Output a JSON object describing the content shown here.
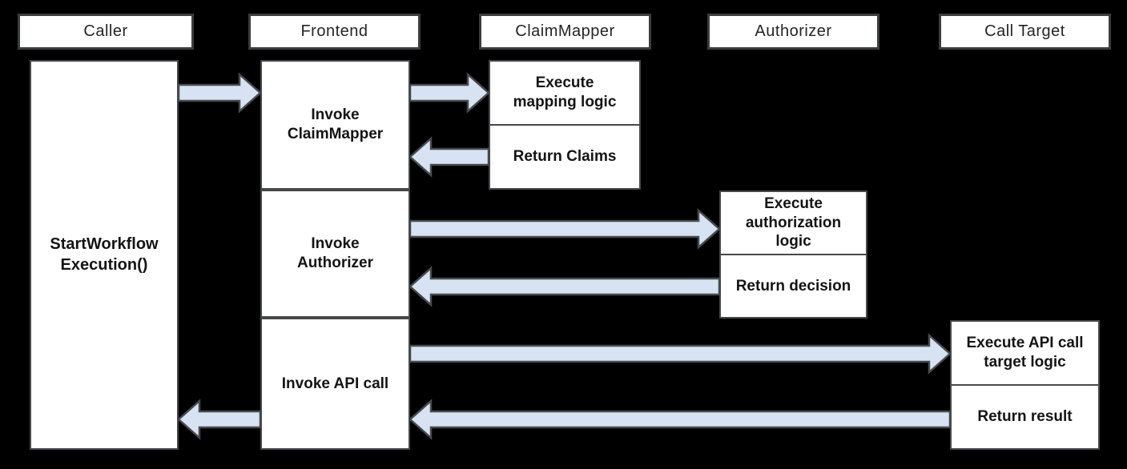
{
  "colors": {
    "background": "#000000",
    "box_fill": "#ffffff",
    "box_border": "#46484c",
    "header_border": "#3b3d40",
    "arrow_fill": "#d7e3f3",
    "arrow_stroke": "#474a4d",
    "text": "#141414"
  },
  "lifelines": [
    {
      "id": "caller",
      "header": "Caller"
    },
    {
      "id": "frontend",
      "header": "Frontend"
    },
    {
      "id": "claimmapper",
      "header": "ClaimMapper"
    },
    {
      "id": "authorizer",
      "header": "Authorizer"
    },
    {
      "id": "call_target",
      "header": "Call Target"
    }
  ],
  "activations": {
    "caller": {
      "label": "StartWorkflow\nExecution()"
    },
    "frontend": {
      "steps": [
        {
          "label": "Invoke\nClaimMapper"
        },
        {
          "label": "Invoke\nAuthorizer"
        },
        {
          "label": "Invoke API call"
        }
      ]
    },
    "claimmapper": {
      "cells": [
        {
          "label": "Execute\nmapping logic"
        },
        {
          "label": "Return Claims"
        }
      ]
    },
    "authorizer": {
      "cells": [
        {
          "label": "Execute\nauthorization\nlogic"
        },
        {
          "label": "Return decision"
        }
      ]
    },
    "call_target": {
      "cells": [
        {
          "label": "Execute API call\ntarget logic"
        },
        {
          "label": "Return result"
        }
      ]
    }
  },
  "flows": [
    {
      "from": "Caller",
      "to": "Frontend"
    },
    {
      "from": "Frontend",
      "to": "ClaimMapper"
    },
    {
      "from": "ClaimMapper",
      "to": "Frontend"
    },
    {
      "from": "Frontend",
      "to": "Authorizer"
    },
    {
      "from": "Authorizer",
      "to": "Frontend"
    },
    {
      "from": "Frontend",
      "to": "Call Target"
    },
    {
      "from": "Call Target",
      "to": "Frontend"
    },
    {
      "from": "Frontend",
      "to": "Caller"
    }
  ]
}
